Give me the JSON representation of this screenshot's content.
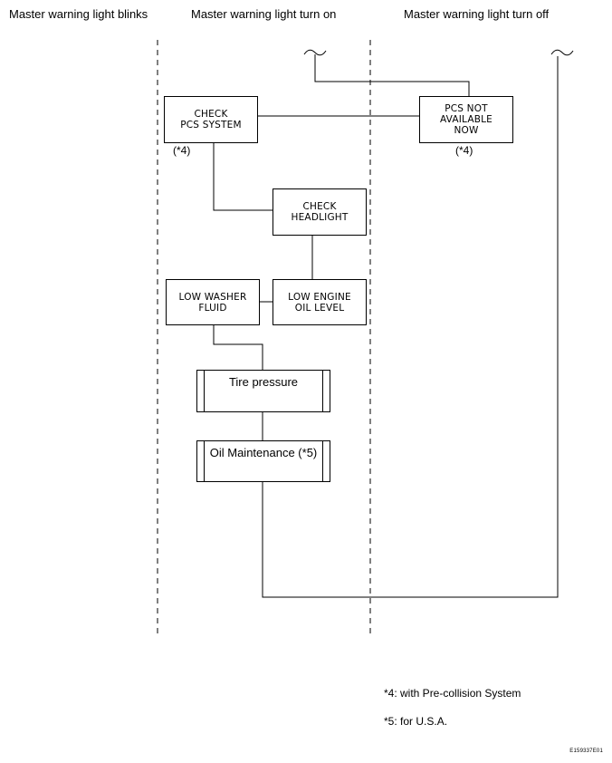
{
  "headers": {
    "blinks": "Master warning light blinks",
    "turn_on": "Master warning light turn on",
    "turn_off": "Master warning light turn off"
  },
  "boxes": {
    "check_pcs_system": [
      "CHECK",
      "PCS SYSTEM"
    ],
    "pcs_not_available_now": [
      "PCS NOT",
      "AVAILABLE",
      "NOW"
    ],
    "check_headlight": [
      "CHECK",
      "HEADLIGHT"
    ],
    "low_washer_fluid": [
      "LOW WASHER",
      "FLUID"
    ],
    "low_engine_oil_level": [
      "LOW ENGINE",
      "OIL LEVEL"
    ],
    "tire_pressure": "Tire pressure",
    "oil_maintenance": "Oil Maintenance (*5)"
  },
  "markers": {
    "check_pcs_system": "(*4)",
    "pcs_not_available_now": "(*4)"
  },
  "notes": {
    "note4": "*4: with Pre-collision System",
    "note5": "*5: for U.S.A."
  },
  "figure_code": "E159337E01"
}
